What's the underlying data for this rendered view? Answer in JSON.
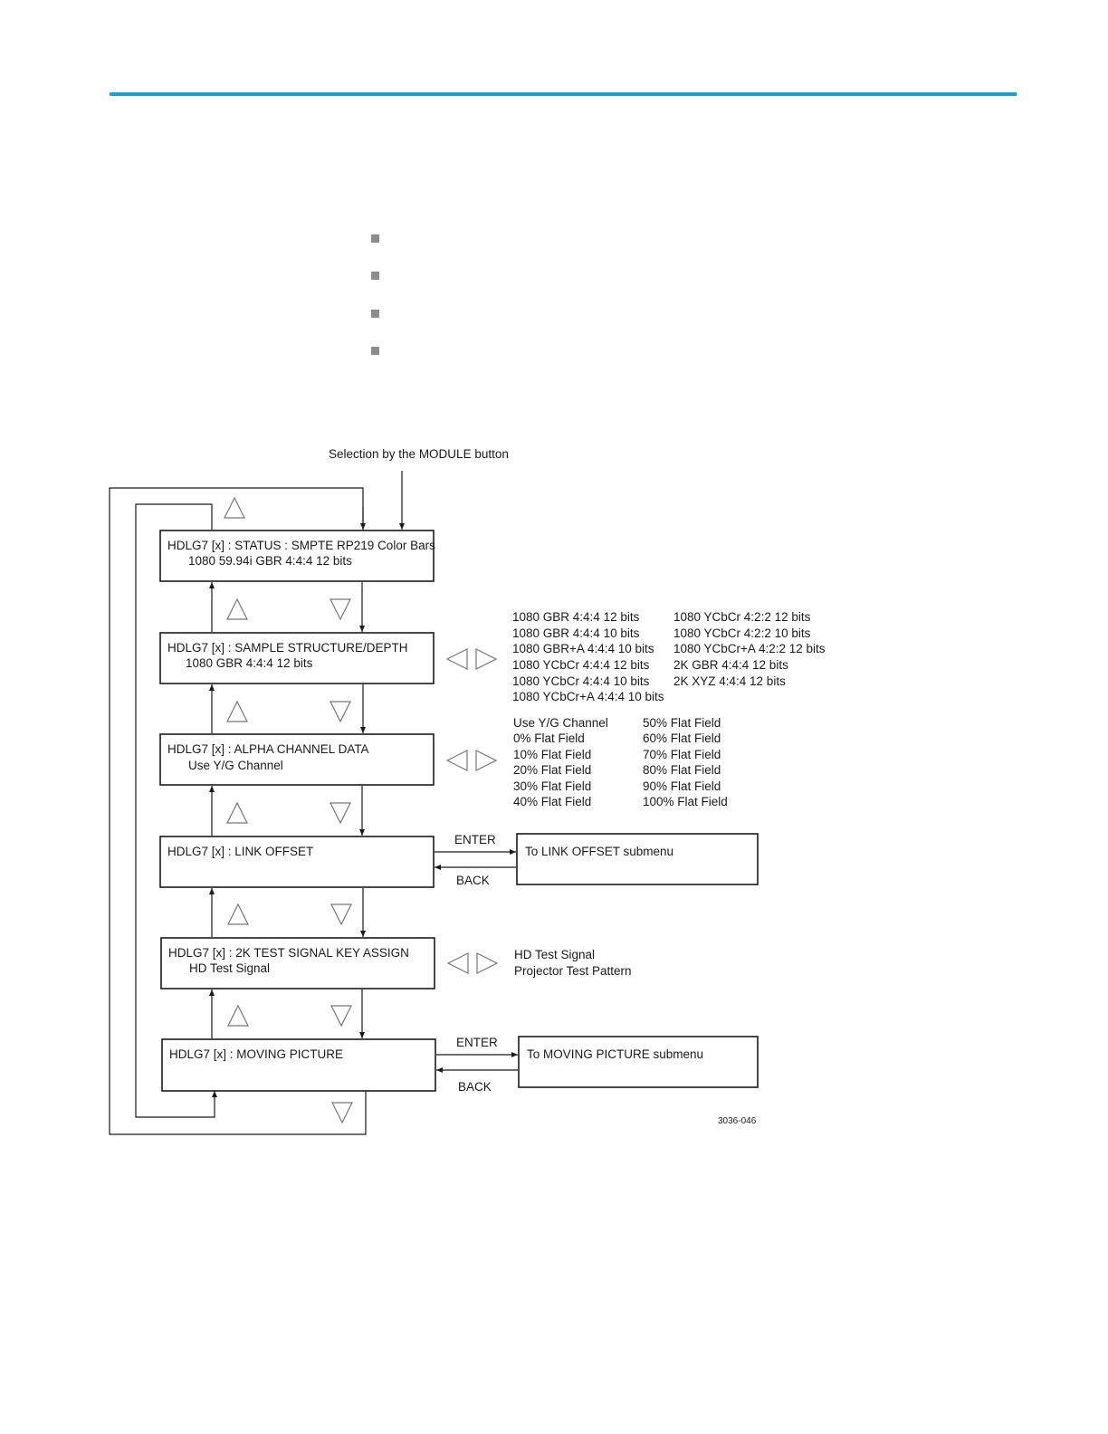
{
  "caption_top": "Selection by the MODULE button",
  "menu_boxes": [
    {
      "line1": "HDLG7 [x] : STATUS : SMPTE RP219 Color Bars",
      "line2": "1080 59.94i  GBR  4:4:4  12  bits"
    },
    {
      "line1": "HDLG7 [x] : SAMPLE STRUCTURE/DEPTH",
      "line2": "1080 GBR  4:4:4  12  bits"
    },
    {
      "line1": "HDLG7 [x] : ALPHA CHANNEL DATA",
      "line2": "Use Y/G Channel"
    },
    {
      "line1": "HDLG7 [x] : LINK  OFFSET",
      "line2": ""
    },
    {
      "line1": "HDLG7 [x] :  2K TEST SIGNAL KEY ASSIGN",
      "line2": "HD Test Signal"
    },
    {
      "line1": "HDLG7 [x] : MOVING  PICTURE",
      "line2": ""
    }
  ],
  "option_lists": {
    "sample_structure_col1": [
      "1080 GBR 4:4:4 12 bits",
      "1080 GBR 4:4:4 10 bits",
      "1080 GBR+A 4:4:4 10 bits",
      "1080 YCbCr  4:4:4 12 bits",
      "1080 YCbCr 4:4:4 10 bits",
      "1080 YCbCr+A 4:4:4 10 bits"
    ],
    "sample_structure_col2": [
      "1080 YCbCr 4:2:2 12 bits",
      "1080 YCbCr 4:2:2 10 bits",
      "1080 YCbCr+A 4:2:2 12 bits",
      "2K GBR 4:4:4 12 bits",
      "2K XYZ 4:4:4 12 bits"
    ],
    "alpha_col1": [
      "Use Y/G Channel",
      "0% Flat Field",
      "10% Flat Field",
      "20% Flat Field",
      "30% Flat Field",
      "40% Flat Field"
    ],
    "alpha_col2": [
      "50% Flat Field",
      "60% Flat Field",
      "70% Flat Field",
      "80% Flat Field",
      "90% Flat Field",
      "100% Flat Field"
    ],
    "key_assign": [
      "HD Test Signal",
      "Projector Test Pattern"
    ]
  },
  "submenus": {
    "link_offset": "To LINK  OFFSET submenu",
    "moving_picture": "To MOVING  PICTURE submenu"
  },
  "enter_label": "ENTER",
  "back_label": "BACK",
  "figure_id": "3036-046",
  "colors": {
    "rule": "#1aa0d6",
    "bullet": "#8c8c8c",
    "stroke": "#1a1a1a",
    "triangle": "#777777"
  }
}
